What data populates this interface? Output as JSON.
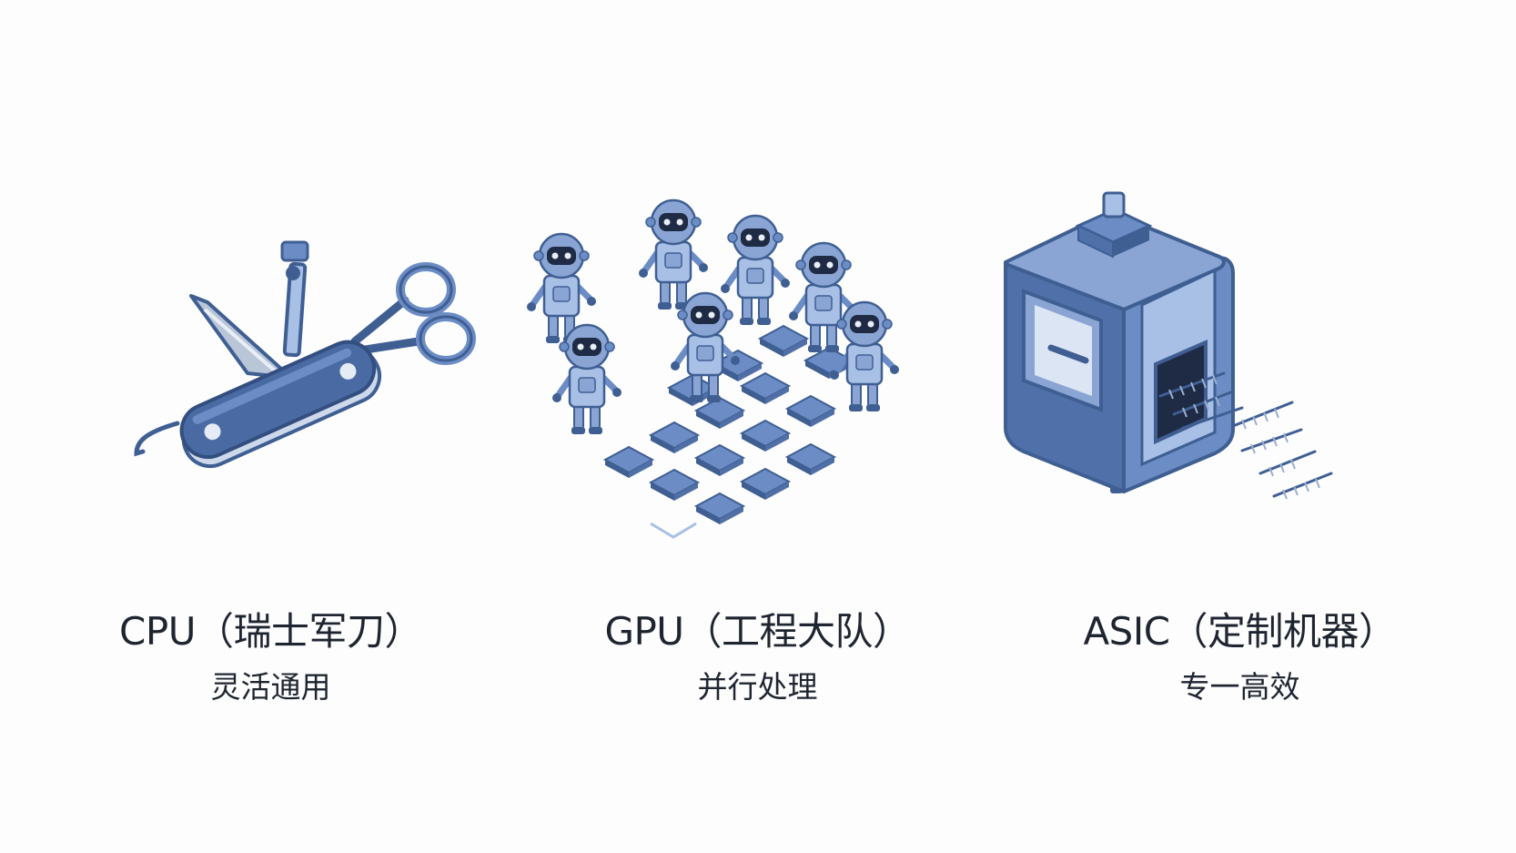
{
  "panels": [
    {
      "title": "CPU（瑞士军刀）",
      "subtitle": "灵活通用",
      "icon": "swiss-army-knife-icon"
    },
    {
      "title": "GPU（工程大队）",
      "subtitle": "并行处理",
      "icon": "robot-team-icon"
    },
    {
      "title": "ASIC（定制机器）",
      "subtitle": "专一高效",
      "icon": "custom-machine-icon"
    }
  ],
  "colors": {
    "dark_blue": "#3f5f93",
    "mid_blue": "#6b8cc4",
    "light_blue": "#a9c0e6",
    "steel": "#b9c6d8",
    "text": "#1f2530"
  }
}
